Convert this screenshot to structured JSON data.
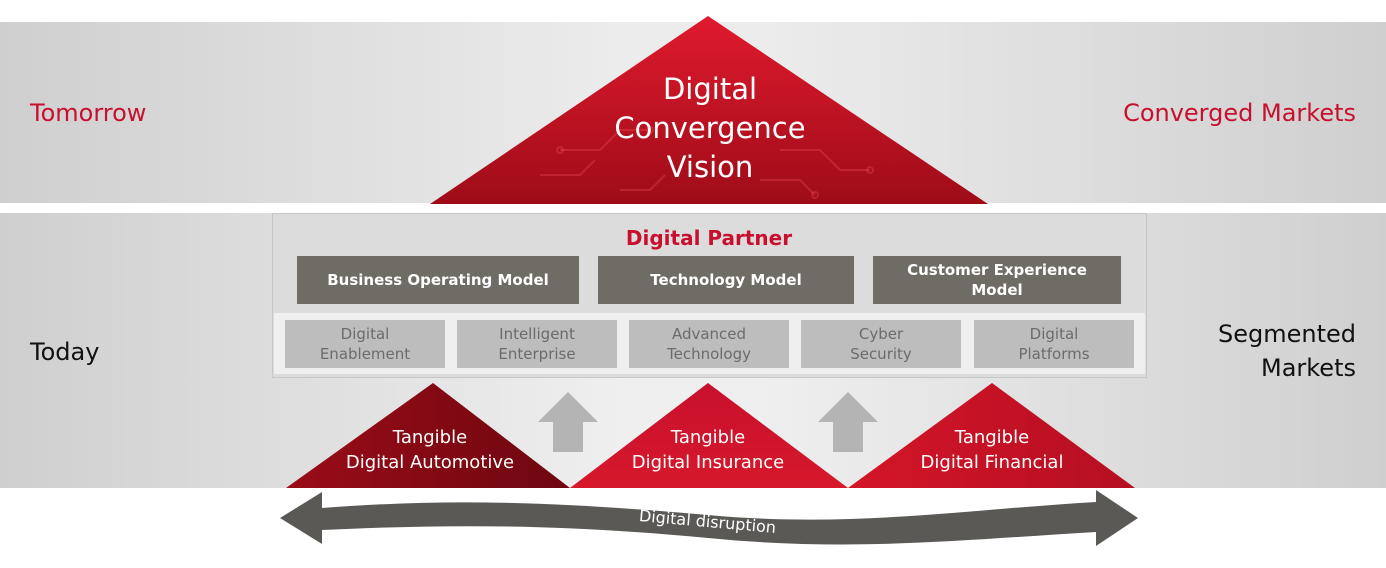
{
  "colors": {
    "accent_red": "#c8102e",
    "dark_red": "#8c0a14",
    "model_gray": "#6f6c66",
    "capability_gray": "#bdbdbd",
    "arrow_gray": "#5b5955"
  },
  "tiers": {
    "tomorrow_label": "Tomorrow",
    "converged_label": "Converged Markets",
    "today_label": "Today",
    "segmented_label_line1": "Segmented",
    "segmented_label_line2": "Markets"
  },
  "vision": {
    "line1": "Digital",
    "line2": "Convergence",
    "line3": "Vision"
  },
  "partner": {
    "title": "Digital Partner",
    "models": [
      {
        "line1": "Business Operating Model",
        "line2": ""
      },
      {
        "line1": "Technology Model",
        "line2": ""
      },
      {
        "line1": "Customer Experience",
        "line2": "Model"
      }
    ],
    "capabilities": [
      {
        "line1": "Digital",
        "line2": "Enablement"
      },
      {
        "line1": "Intelligent",
        "line2": "Enterprise"
      },
      {
        "line1": "Advanced",
        "line2": "Technology"
      },
      {
        "line1": "Cyber",
        "line2": "Security"
      },
      {
        "line1": "Digital",
        "line2": "Platforms"
      }
    ]
  },
  "segments": [
    {
      "line1": "Tangible",
      "line2": "Digital Automotive"
    },
    {
      "line1": "Tangible",
      "line2": "Digital Insurance"
    },
    {
      "line1": "Tangible",
      "line2": "Digital Financial"
    }
  ],
  "disruption": {
    "label": "Digital disruption"
  },
  "icons": {
    "up_arrow": "up-arrow-icon",
    "double_arrow": "double-arrow-icon"
  }
}
